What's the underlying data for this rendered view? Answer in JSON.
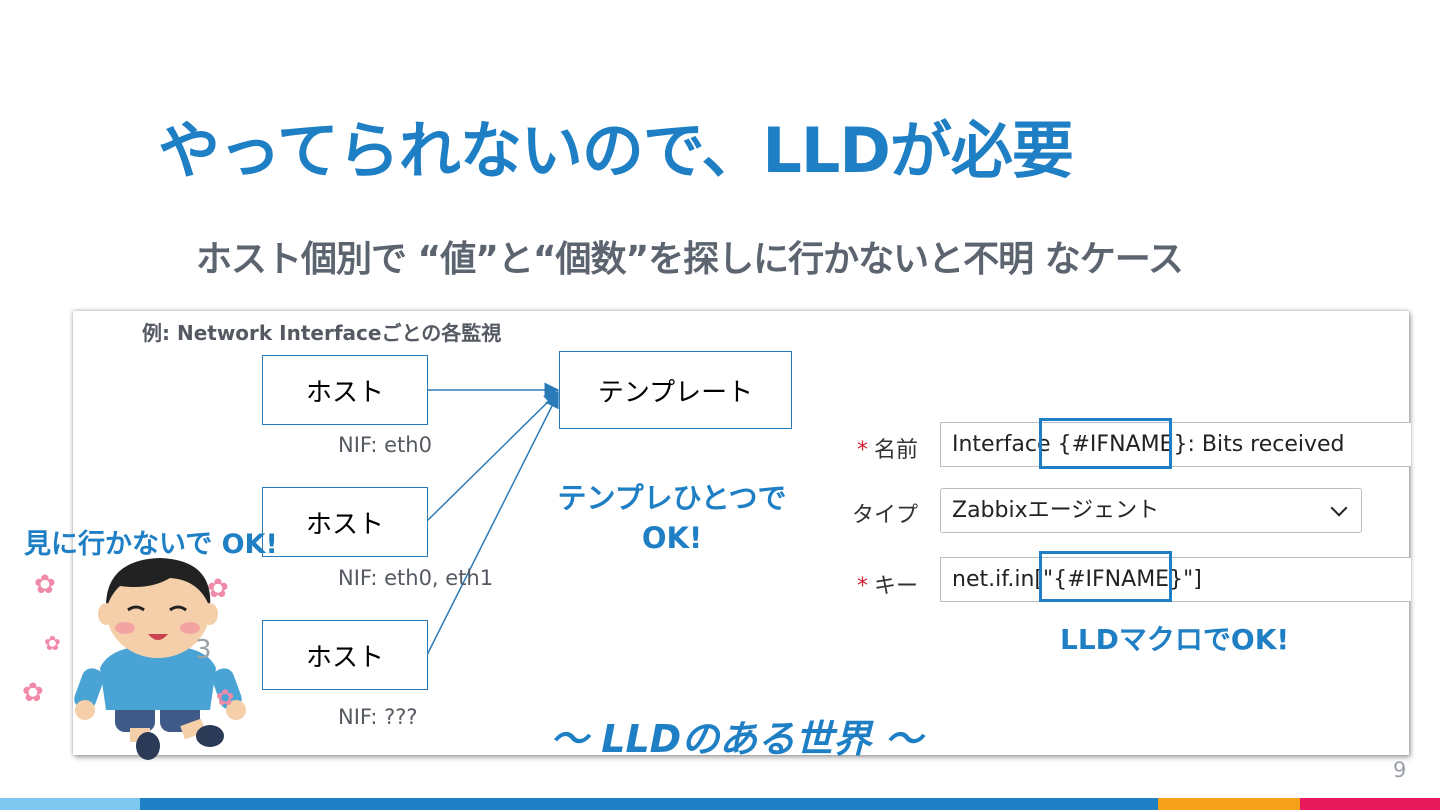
{
  "slide": {
    "title": "やってられないので、LLDが必要",
    "subtitle": "ホスト個別で “値”と“個数”を探しに行かないと不明 なケース",
    "page_number": "9"
  },
  "diagram": {
    "example_label": "例: Network Interfaceごとの各監視",
    "hosts": [
      {
        "label": "ホスト",
        "nif": "NIF: eth0"
      },
      {
        "label": "ホスト",
        "nif": "NIF: eth0, eth1"
      },
      {
        "label": "ホスト",
        "nif": "NIF: ???"
      }
    ],
    "template_label": "テンプレート",
    "template_note_line1": "テンプレひとつで",
    "template_note_line2": "OK!",
    "side_note": "見に行かないで OK!",
    "world_caption": "～ LLDのある世界 ～",
    "character_sigh": "3"
  },
  "item_form": {
    "name_label": "名前",
    "name_value_prefix": "Interface ",
    "name_value_macro": "{#IFNAME}",
    "name_value_suffix": ": Bits received",
    "type_label": "タイプ",
    "type_value": "Zabbixエージェント",
    "key_label": "キー",
    "key_value_prefix": "net.if.in[\"",
    "key_value_macro": "{#IFNAME}",
    "key_value_suffix": "\"]",
    "required_marker": "*",
    "macro_note": "LLDマクロでOK!"
  },
  "colors": {
    "accent_blue": "#1f7fc4",
    "title_gray": "#5c6470",
    "bar_light_blue": "#7ec8f0",
    "bar_blue": "#1f7fc4",
    "bar_orange": "#f5a11c",
    "bar_pink": "#e8195a"
  }
}
